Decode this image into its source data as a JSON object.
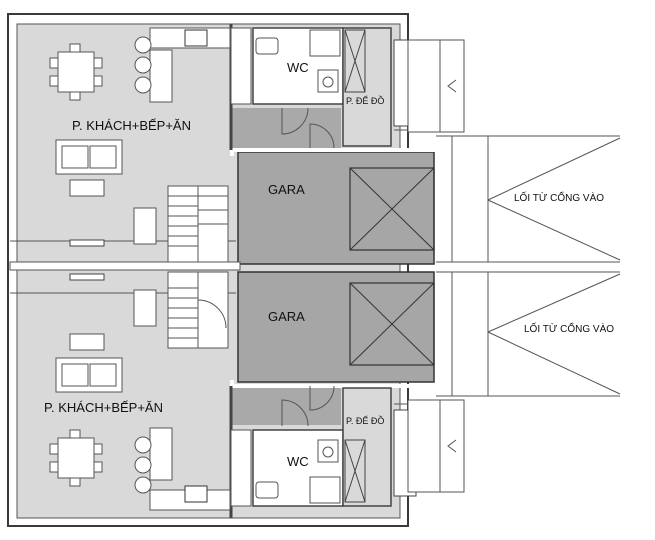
{
  "labels": {
    "top_living": "P. KHÁCH+BẾP+ĂN",
    "bottom_living": "P. KHÁCH+BẾP+ĂN",
    "top_wc": "WC",
    "bottom_wc": "WC",
    "top_storage": "P. ĐỂ ĐỒ",
    "bottom_storage": "P. ĐỂ ĐỒ",
    "top_garage": "GARA",
    "bottom_garage": "GARA",
    "top_gate": "LỐI TỪ CỔNG VÀO",
    "bottom_gate": "LỐI TỪ CỔNG VÀO"
  },
  "colors": {
    "floor_light": "#d9d9d9",
    "floor_dark": "#a9a9a9",
    "garage": "#a6a6a6",
    "wall": "#3a3a3a",
    "line": "#555555"
  }
}
